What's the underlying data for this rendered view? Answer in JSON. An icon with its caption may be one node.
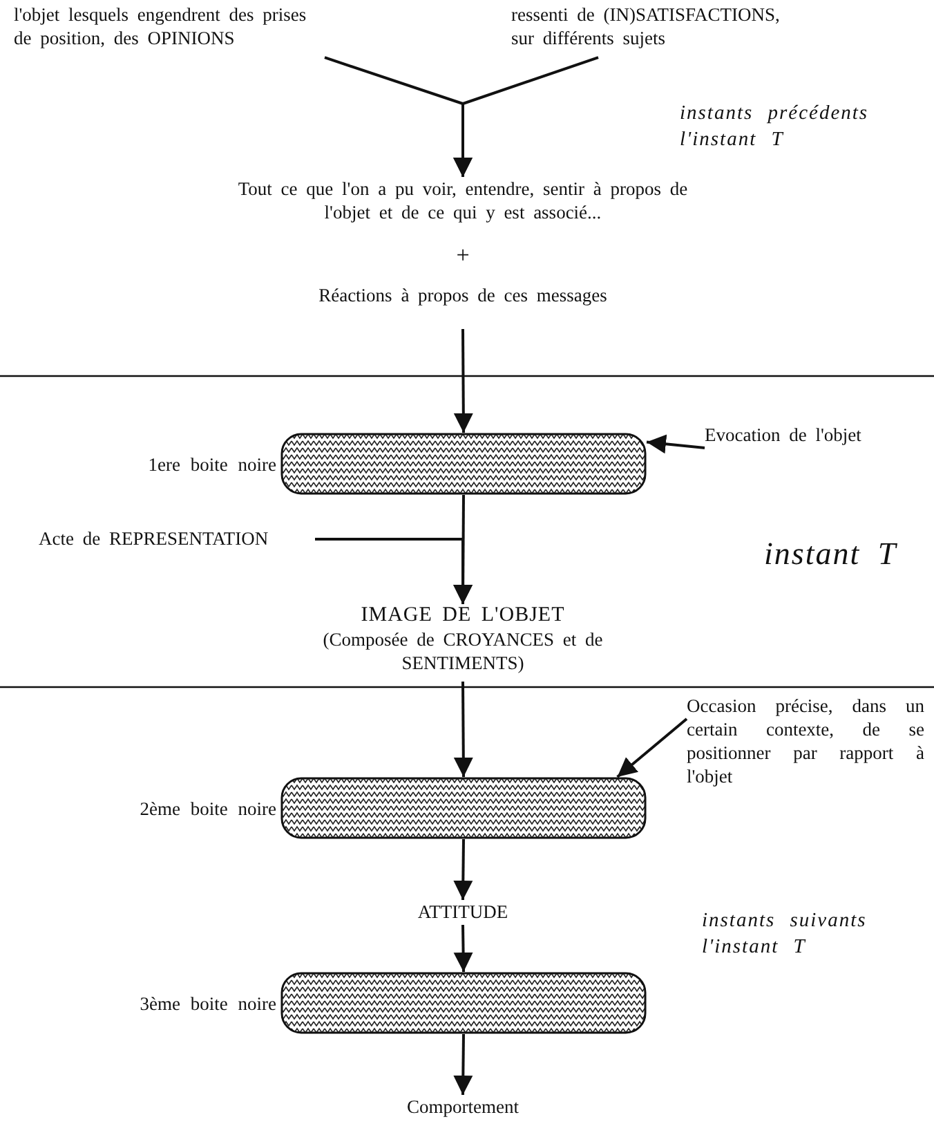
{
  "diagram": {
    "nodes": [
      {
        "text": [
          "l'objet lesquels engendrent des prises de position, des OPINIONS"
        ]
      },
      {
        "text": [
          "ressenti de (IN)SATISFACTIONS, sur différents sujets"
        ]
      },
      {
        "text": [
          "Tout ce que l'on a pu voir, entendre, sentir à propos de l'objet et de ce qui y est associé...",
          "+",
          "Réactions à propos de ces messages"
        ]
      },
      {
        "text": [],
        "shape": "box",
        "beside": [
          "1ere boite noire"
        ]
      },
      {
        "text": [
          "Evocation de l'objet"
        ]
      },
      {
        "text": [
          "Acte de REPRESENTATION"
        ]
      },
      {
        "text": [
          "IMAGE DE L'OBJET",
          "(Composée de CROYANCES et de SENTIMENTS)"
        ]
      },
      {
        "text": [],
        "shape": "box",
        "beside": [
          "2ème boite noire"
        ]
      },
      {
        "text": [
          "Occasion précise, dans un certain contexte, de se positionner par rapport à l'objet"
        ]
      },
      {
        "text": [
          "ATTITUDE"
        ]
      },
      {
        "text": [],
        "shape": "box",
        "beside": [
          "3ème boite noire"
        ]
      },
      {
        "text": [
          "Comportement"
        ]
      }
    ],
    "edges": [
      {
        "from": 0,
        "to": 2,
        "arrow": "to"
      },
      {
        "from": 1,
        "to": 2,
        "arrow": "to"
      },
      {
        "from": 2,
        "to": 3,
        "arrow": "to"
      },
      {
        "from": 4,
        "to": 3,
        "arrow": "to"
      },
      {
        "from": 3,
        "to": 6,
        "arrow": "to"
      },
      {
        "from": 5,
        "to": 6,
        "arrow": "to"
      },
      {
        "from": 6,
        "to": 7,
        "arrow": "to"
      },
      {
        "from": 8,
        "to": 7,
        "arrow": "to"
      },
      {
        "from": 7,
        "to": 9,
        "arrow": "to"
      },
      {
        "from": 9,
        "to": 10,
        "arrow": "to"
      },
      {
        "from": 10,
        "to": 11,
        "arrow": "to"
      }
    ],
    "labels": [
      "instants précédents l'instant T",
      "instant T",
      "instants suivants l'instant T"
    ]
  }
}
